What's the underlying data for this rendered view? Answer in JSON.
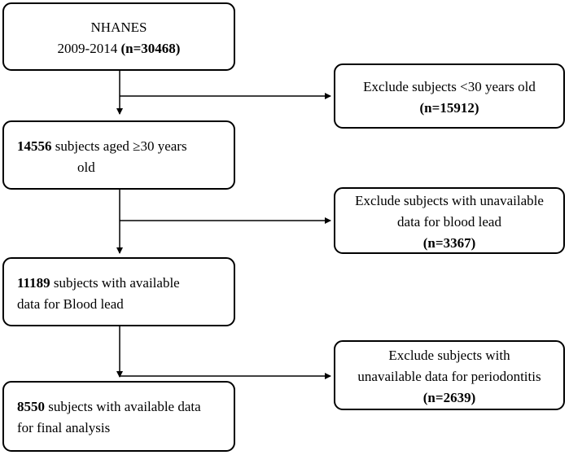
{
  "boxes": {
    "start": {
      "line1": "NHANES",
      "line2_text": "2009-2014 ",
      "line2_bold": "(n=30468)"
    },
    "step2": {
      "bold": "14556",
      "line1_text": " subjects aged ≥30 years",
      "line2": "old"
    },
    "step3": {
      "bold": "11189",
      "line1_text": " subjects with available",
      "line2": "data for Blood lead"
    },
    "step4": {
      "bold": "8550",
      "line1_text": " subjects with available data",
      "line2": "for final analysis"
    }
  },
  "exclusions": {
    "ex1": {
      "line1": "Exclude subjects <30 years old",
      "count": "(n=15912)"
    },
    "ex2": {
      "line1": "Exclude subjects with unavailable",
      "line2": "data for blood lead",
      "count": "(n=3367)"
    },
    "ex3": {
      "line1": "Exclude subjects with",
      "line2": "unavailable data for periodontitis",
      "count": "(n=2639)"
    }
  }
}
